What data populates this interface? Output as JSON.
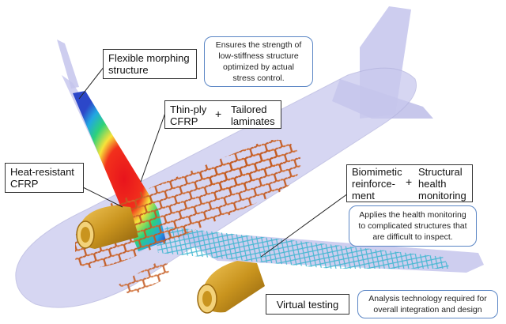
{
  "labels": {
    "flexible_morphing": "Flexible morphing\nstructure",
    "thin_ply": "Thin-ply\nCFRP",
    "tailored": "Tailored\nlaminates",
    "heat_resistant": "Heat-resistant\nCFRP",
    "biomimetic": "Biomimetic\nreinforce-\nment",
    "structural_health": "Structural\nhealth\nmonitoring",
    "virtual_testing": "Virtual testing",
    "plus": "+"
  },
  "notes": {
    "stiffness": "Ensures the strength of\nlow-stiffness structure\noptimized by actual\nstress control.",
    "health": "Applies the health monitoring\nto complicated structures that\nare difficult to inspect.",
    "analysis": "Analysis technology required for\noverall integration and design"
  },
  "colors": {
    "fuselage": "#c9c9ee",
    "structure": "#d0682a",
    "engine": "#c9941e",
    "reinforcement": "#3ab5cf",
    "note_border": "#5b86c5"
  }
}
